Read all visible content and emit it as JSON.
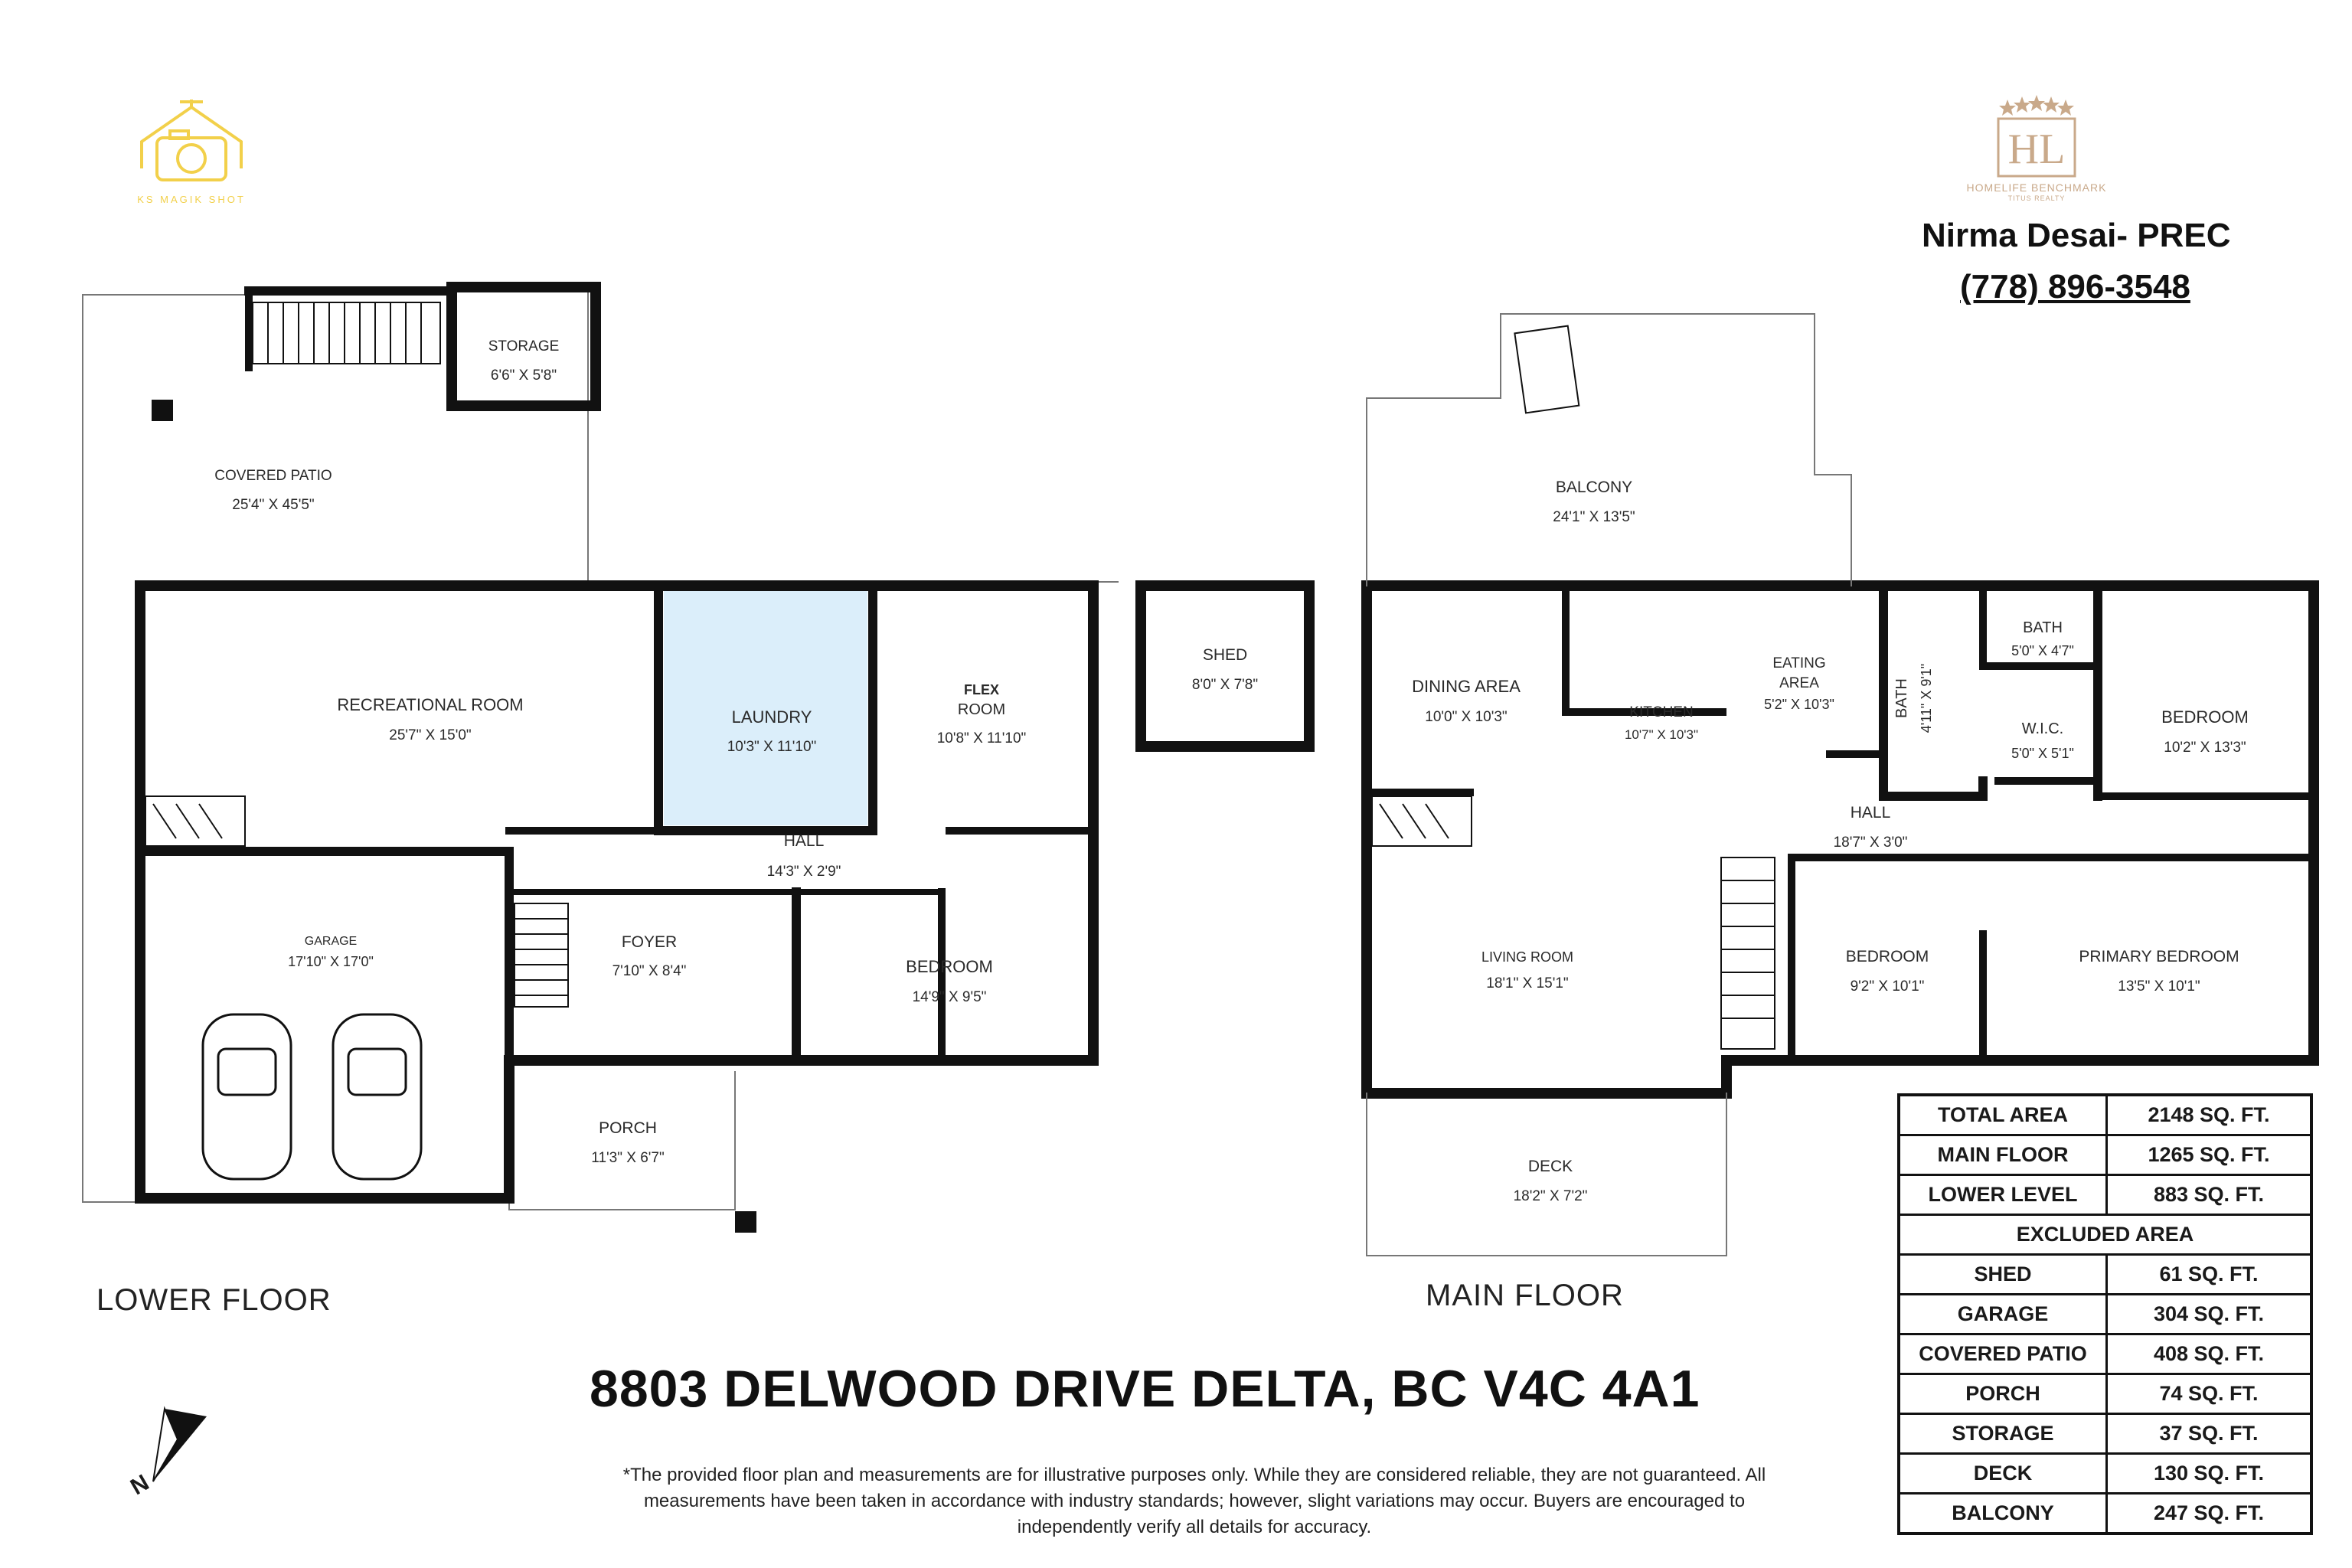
{
  "logos": {
    "left": {
      "name": "KS MAGIK SHOT",
      "color": "#f2d04a"
    },
    "right": {
      "monogram": "HL",
      "line1": "HOMELIFE BENCHMARK",
      "line2": "TITUS REALTY",
      "color": "#c9a98a"
    }
  },
  "agent": {
    "name": "Nirma Desai- PREC",
    "phone": "(778) 896-3548"
  },
  "floors": {
    "lower": "LOWER FLOOR",
    "main": "MAIN FLOOR"
  },
  "address": "8803 DELWOOD DRIVE DELTA, BC V4C 4A1",
  "disclaimer": "*The provided floor plan and measurements are for illustrative purposes only. While they are considered reliable, they are not guaranteed. All measurements have been taken in accordance with industry standards; however, slight variations may occur. Buyers are encouraged to independently verify all details for accuracy.",
  "lower_rooms": {
    "storage": {
      "name": "STORAGE",
      "dim": "6'6\" X 5'8\""
    },
    "covered_patio": {
      "name": "COVERED PATIO",
      "dim": "25'4\" X 45'5\""
    },
    "recreational_room": {
      "name": "RECREATIONAL ROOM",
      "dim": "25'7\" X 15'0\""
    },
    "laundry": {
      "name": "LAUNDRY",
      "dim": "10'3\" X 11'10\""
    },
    "flex_room": {
      "name1": "FLEX",
      "name2": "ROOM",
      "dim": "10'8\" X 11'10\""
    },
    "shed": {
      "name": "SHED",
      "dim": "8'0\" X 7'8\""
    },
    "hall": {
      "name": "HALL",
      "dim": "14'3\" X 2'9\""
    },
    "garage": {
      "name": "GARAGE",
      "dim": "17'10\" X 17'0\""
    },
    "foyer": {
      "name": "FOYER",
      "dim": "7'10\" X 8'4\""
    },
    "bedroom": {
      "name": "BEDROOM",
      "dim": "14'9\" X 9'5\""
    },
    "porch": {
      "name": "PORCH",
      "dim": "11'3\" X 6'7\""
    }
  },
  "main_rooms": {
    "balcony": {
      "name": "BALCONY",
      "dim": "24'1\" X 13'5\""
    },
    "dining_area": {
      "name": "DINING AREA",
      "dim": "10'0\" X 10'3\""
    },
    "kitchen": {
      "name": "KITCHEN",
      "dim": "10'7\" X 10'3\""
    },
    "eating_area": {
      "name1": "EATING",
      "name2": "AREA",
      "dim": "5'2\" X 10'3\""
    },
    "bath_vertical": {
      "name": "BATH",
      "dim": "4'11\" X 9'1\""
    },
    "bath_small": {
      "name": "BATH",
      "dim": "5'0\" X 4'7\""
    },
    "wic": {
      "name": "W.I.C.",
      "dim": "5'0\" X 5'1\""
    },
    "bedroom_right": {
      "name": "BEDROOM",
      "dim": "10'2\" X 13'3\""
    },
    "hall": {
      "name": "HALL",
      "dim": "18'7\" X 3'0\""
    },
    "living_room": {
      "name": "LIVING ROOM",
      "dim": "18'1\" X 15'1\""
    },
    "bedroom_mid": {
      "name": "BEDROOM",
      "dim": "9'2\" X 10'1\""
    },
    "primary_bedroom": {
      "name": "PRIMARY BEDROOM",
      "dim": "13'5\" X 10'1\""
    },
    "deck": {
      "name": "DECK",
      "dim": "18'2\" X 7'2\""
    }
  },
  "area_table": {
    "rows": [
      {
        "label": "TOTAL AREA",
        "value": "2148 SQ. FT."
      },
      {
        "label": "MAIN FLOOR",
        "value": "1265 SQ. FT."
      },
      {
        "label": "LOWER LEVEL",
        "value": "883 SQ. FT."
      }
    ],
    "excluded_header": "EXCLUDED AREA",
    "excluded_rows": [
      {
        "label": "SHED",
        "value": "61 SQ. FT."
      },
      {
        "label": "GARAGE",
        "value": "304 SQ. FT."
      },
      {
        "label": "COVERED PATIO",
        "value": "408 SQ. FT."
      },
      {
        "label": "PORCH",
        "value": "74 SQ. FT."
      },
      {
        "label": "STORAGE",
        "value": "37 SQ. FT."
      },
      {
        "label": "DECK",
        "value": "130 SQ. FT."
      },
      {
        "label": "BALCONY",
        "value": "247 SQ. FT."
      }
    ]
  },
  "compass": {
    "label": "N"
  },
  "colors": {
    "wall": "#111111",
    "laundry_fill": "#dbeefa",
    "thin_line": "#777777"
  }
}
